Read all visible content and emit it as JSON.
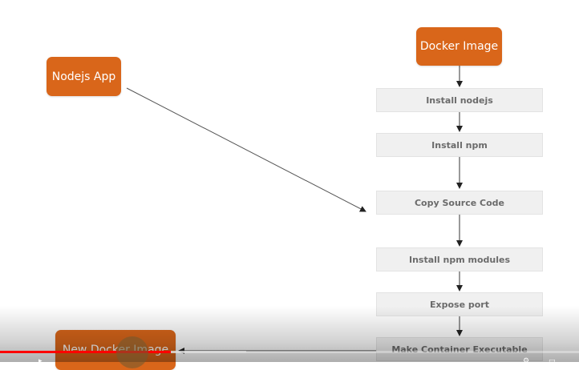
{
  "diagram": {
    "nodes": {
      "nodejs_app": "Nodejs App",
      "docker_image": "Docker Image",
      "new_docker_image": "New Docker Image"
    },
    "steps": [
      "Install nodejs",
      "Install npm",
      "Copy Source Code",
      "Install npm modules",
      "Expose port",
      "Make Container Executable"
    ]
  },
  "player": {
    "progress_played": 0.295,
    "progress_buffered": 0.425,
    "colors": {
      "played": "#ff0000",
      "accent_box": "#d9661a"
    }
  }
}
